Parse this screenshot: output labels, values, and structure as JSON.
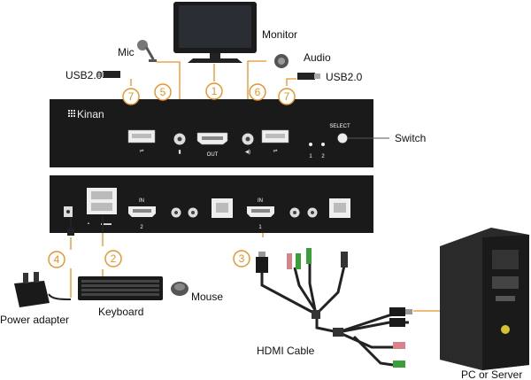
{
  "brand": "Kinan",
  "labels": {
    "monitor": "Monitor",
    "mic": "Mic",
    "audio": "Audio",
    "usb_left": "USB2.0",
    "usb_right": "USB2.0",
    "switch": "Switch",
    "power_adapter": "Power adapter",
    "keyboard": "Keyboard",
    "mouse": "Mouse",
    "hdmi_cable": "HDMI Cable",
    "pc": "PC or Server"
  },
  "front_panel": {
    "out": "OUT",
    "select": "SELECT",
    "port1": "1",
    "port2": "2"
  },
  "back_panel": {
    "in_left": "IN",
    "in_right": "IN",
    "num_left": "2",
    "num_right": "1"
  },
  "steps": {
    "s1": "1",
    "s2": "2",
    "s3": "3",
    "s4": "4",
    "s5": "5",
    "s6": "6",
    "s7a": "7",
    "s7b": "7"
  },
  "colors": {
    "step": "#e8922a",
    "device": "#1a1a1a",
    "line": "#e8922a"
  }
}
